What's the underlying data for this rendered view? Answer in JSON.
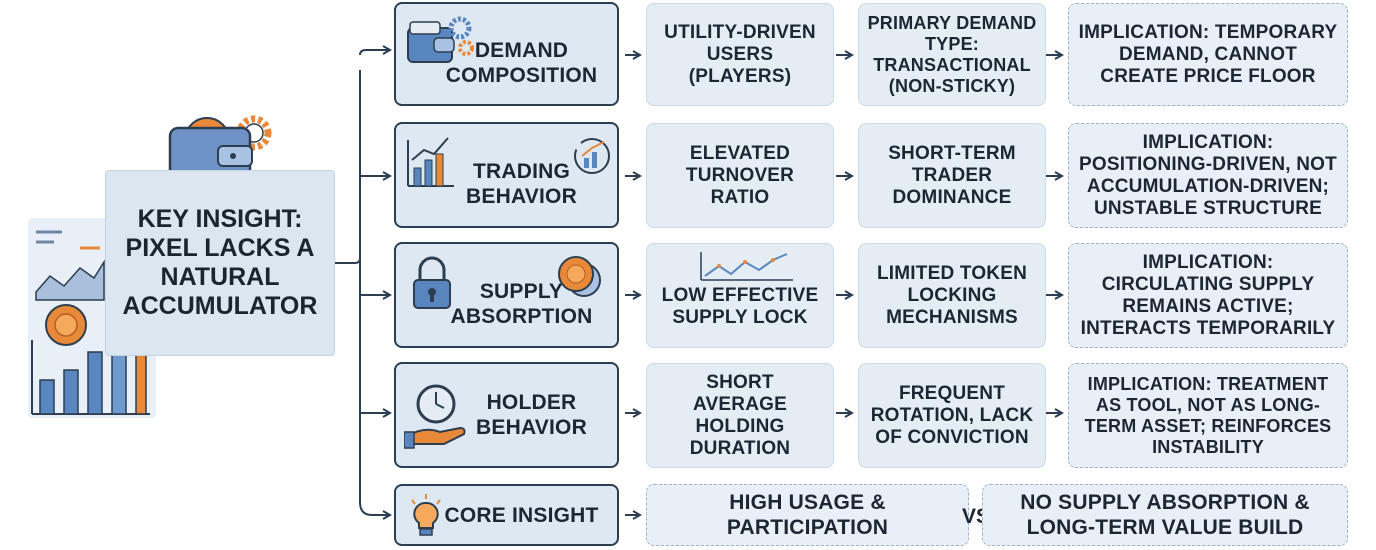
{
  "center": {
    "title": "KEY INSIGHT: PIXEL LACKS A NATURAL ACCUMULATOR"
  },
  "rows": [
    {
      "category": "DEMAND COMPOSITION",
      "step1": "UTILITY-DRIVEN USERS (PLAYERS)",
      "step2": "PRIMARY DEMAND TYPE: TRANSACTIONAL (NON-STICKY)",
      "implication": "IMPLICATION: TEMPORARY DEMAND, CANNOT CREATE PRICE FLOOR",
      "icon": "wallet-gear-icon"
    },
    {
      "category": "TRADING BEHAVIOR",
      "step1": "ELEVATED TURNOVER RATIO",
      "step2": "SHORT-TERM TRADER DOMINANCE",
      "implication": "IMPLICATION: POSITIONING-DRIVEN, NOT ACCUMULATION-DRIVEN; UNSTABLE STRUCTURE",
      "icon": "bar-chart-icon"
    },
    {
      "category": "SUPPLY ABSORPTION",
      "step1": "LOW EFFECTIVE SUPPLY LOCK",
      "step2": "LIMITED TOKEN LOCKING MECHANISMS",
      "implication": "IMPLICATION: CIRCULATING SUPPLY REMAINS ACTIVE; INTERACTS TEMPORARILY",
      "icon": "padlock-coin-icon"
    },
    {
      "category": "HOLDER BEHAVIOR",
      "step1": "SHORT AVERAGE HOLDING DURATION",
      "step2": "FREQUENT ROTATION, LACK OF CONVICTION",
      "implication": "IMPLICATION: TREATMENT AS TOOL, NOT AS LONG-TERM ASSET; REINFORCES INSTABILITY",
      "icon": "clock-hand-icon"
    }
  ],
  "core": {
    "label": "CORE INSIGHT",
    "left": "HIGH USAGE & PARTICIPATION",
    "vs": "VS",
    "right": "NO SUPPLY ABSORPTION & LONG-TERM VALUE BUILD",
    "icon": "lightbulb-icon"
  },
  "colors": {
    "navy": "#2c3e50",
    "box": "#e4ecf4",
    "accent_orange": "#e8893a",
    "accent_blue": "#5a86c0"
  }
}
